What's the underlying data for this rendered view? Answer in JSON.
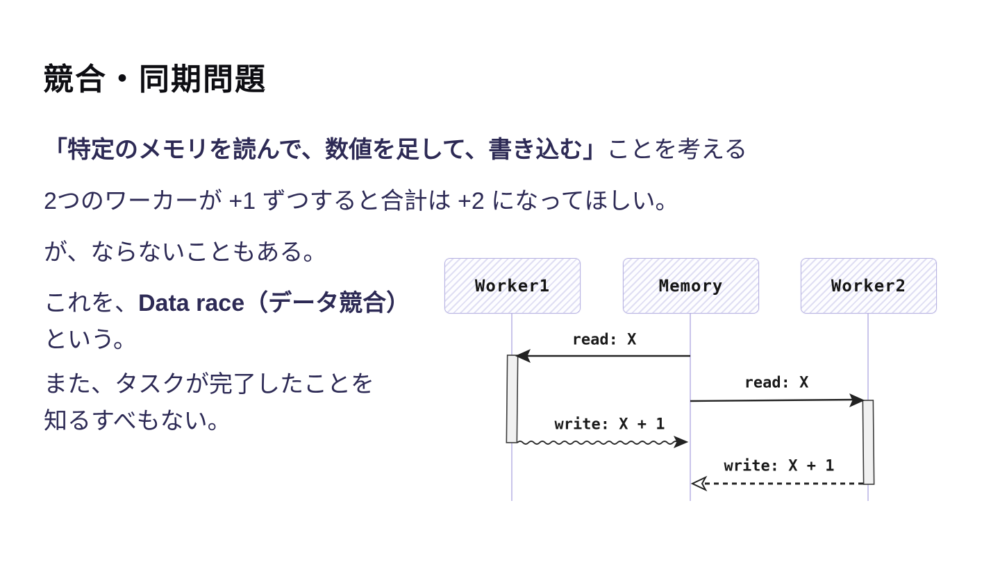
{
  "slide": {
    "title": "競合・同期問題",
    "paragraphs": {
      "p1_bold": "「特定のメモリを読んで、数値を足して、書き込む」",
      "p1_rest": "ことを考える",
      "p2": "2つのワーカーが +1 ずつすると合計は +2 になってほしい。",
      "p3": "が、ならないこともある。",
      "p4_pre": "これを、",
      "p4_bold": "Data race（データ競合）",
      "p4_line2": "という。",
      "p5_line1": "また、タスクが完了したことを",
      "p5_line2": "知るすべもない。"
    }
  },
  "diagram": {
    "type": "sequence-diagram",
    "participants": [
      {
        "name": "Worker1"
      },
      {
        "name": "Memory"
      },
      {
        "name": "Worker2"
      }
    ],
    "messages": [
      {
        "label": "read: X",
        "from": "Memory",
        "to": "Worker1",
        "line": "solid",
        "arrowhead": "filled-left"
      },
      {
        "label": "read: X",
        "from": "Memory",
        "to": "Worker2",
        "line": "solid",
        "arrowhead": "filled-right"
      },
      {
        "label": "write: X + 1",
        "from": "Worker1",
        "to": "Memory",
        "line": "wavy",
        "arrowhead": "filled-right"
      },
      {
        "label": "write: X + 1",
        "from": "Worker2",
        "to": "Memory",
        "line": "dashed",
        "arrowhead": "open-left"
      }
    ],
    "colors": {
      "body_text": "#2d2a55",
      "title_text": "#0d0d12",
      "box_border": "#b8b3e2",
      "box_hatch": "#babae4",
      "lifeline": "#c9c4ea",
      "arrow": "#222222",
      "activation_fill": "#f1f1f1",
      "activation_border": "#3a3a3a"
    }
  }
}
